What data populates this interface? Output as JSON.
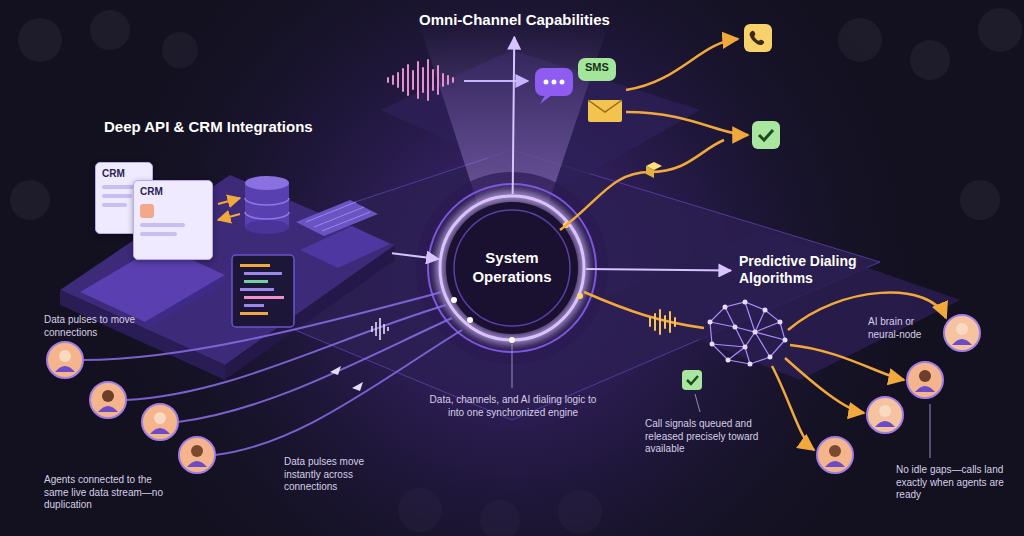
{
  "diagram": {
    "nodes": [
      {
        "text": [
          "Omni-Channel Capabilities"
        ]
      },
      {
        "text": [
          "SMS"
        ]
      },
      {
        "text": [
          "Deep API & CRM Integrations"
        ]
      },
      {
        "text": [
          "CRM"
        ],
        "in": 2
      },
      {
        "text": [
          "CRM"
        ],
        "in": 2
      },
      {
        "text": [
          "System Operations"
        ]
      },
      {
        "text": [
          "Predictive Dialing Algorithms"
        ]
      }
    ],
    "edges": [
      {
        "from": 2,
        "to": 5,
        "arrow": "to"
      },
      {
        "from": 5,
        "to": 0,
        "arrow": "to"
      },
      {
        "from": 5,
        "to": 6,
        "arrow": "to"
      }
    ],
    "labels": [
      "Data pulses to move connections",
      "AI brain or neural-node",
      "Data, channels, and AI dialing logic to into one synchronized engine",
      "Call signals queued and released precisely toward available",
      "Agents connected to the same live data stream—no duplication",
      "Data pulses move instantly across connections",
      "No idle gaps—calls land exactly when agents are ready"
    ]
  }
}
